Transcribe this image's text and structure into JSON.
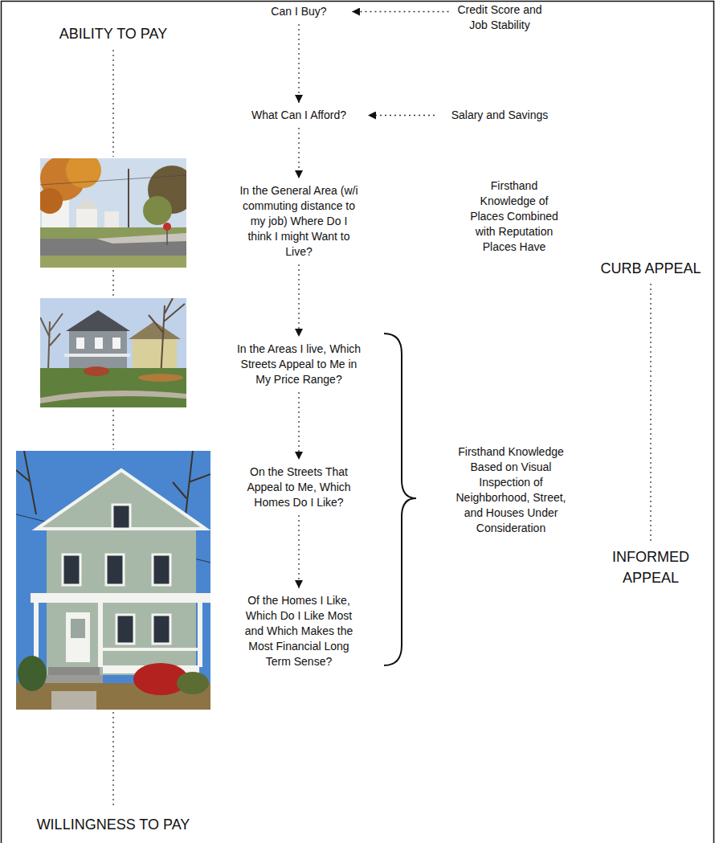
{
  "diagram": {
    "nodes": [
      {
        "text": [
          "Can I Buy?"
        ]
      },
      {
        "text": [
          "What Can I Afford?"
        ]
      },
      {
        "text": [
          "In the General Area (w/i commuting distance to my job) Where Do I think I might Want to Live?"
        ]
      },
      {
        "text": [
          "In the Areas I live, Which Streets Appeal to Me in My Price Range?"
        ]
      },
      {
        "text": [
          "On the Streets That Appeal to Me, Which Homes Do I Like?"
        ]
      },
      {
        "text": [
          "Of the Homes I Like, Which Do I Like Most and Which Makes the Most Financial Long Term Sense?"
        ]
      },
      {
        "text": [
          "Credit Score and Job Stability"
        ]
      },
      {
        "text": [
          "Salary and Savings"
        ]
      }
    ],
    "edges": [
      {
        "from": 6,
        "to": 0,
        "arrow": "to"
      },
      {
        "from": 0,
        "to": 1,
        "arrow": "to"
      },
      {
        "from": 7,
        "to": 1,
        "arrow": "to"
      },
      {
        "from": 1,
        "to": 2,
        "arrow": "to"
      },
      {
        "from": 2,
        "to": 3,
        "arrow": "to"
      },
      {
        "from": 3,
        "to": 4,
        "arrow": "to"
      },
      {
        "from": 4,
        "to": 5,
        "arrow": "to"
      }
    ],
    "labels": [
      "ABILITY TO PAY",
      "Firsthand Knowledge of Places Combined with Reputation Places Have",
      "CURB APPEAL",
      "Firsthand Knowledge Based on Visual Inspection of Neighborhood, Street, and Houses Under Consideration",
      "INFORMED APPEAL",
      "WILLINGNESS TO PAY"
    ]
  }
}
